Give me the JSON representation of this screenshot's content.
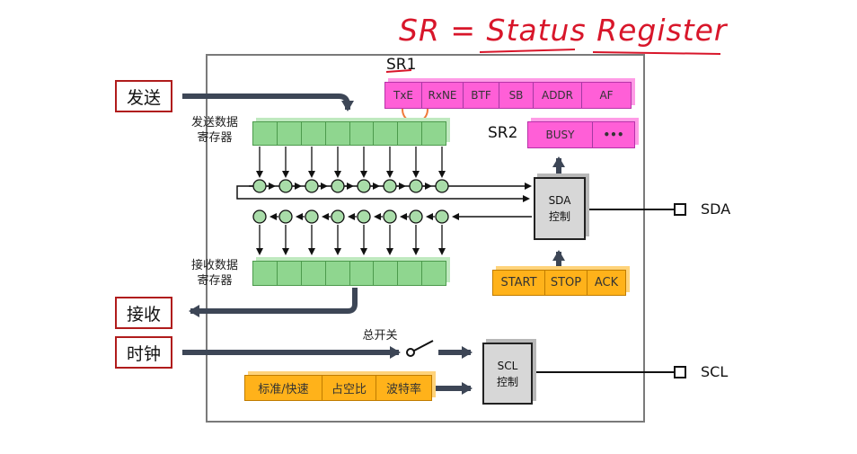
{
  "handwritten_title": "SR = Status Register",
  "registers": {
    "sr1_label": "SR1",
    "sr1_cells": [
      "TxE",
      "RxNE",
      "BTF",
      "SB",
      "ADDR",
      "AF"
    ],
    "sr2_label": "SR2",
    "sr2_cells": [
      "BUSY",
      "•••"
    ]
  },
  "io": {
    "send": "发送",
    "receive": "接收",
    "clock": "时钟"
  },
  "buffers": {
    "tx_label_1": "发送数据",
    "tx_label_2": "寄存器",
    "rx_label_1": "接收数据",
    "rx_label_2": "寄存器"
  },
  "sda_ctrl": {
    "line1": "SDA",
    "line2": "控制"
  },
  "scl_ctrl": {
    "line1": "SCL",
    "line2": "控制"
  },
  "conditions": [
    "START",
    "STOP",
    "ACK"
  ],
  "clock_options": [
    "标准/快速",
    "占空比",
    "波特率"
  ],
  "master_switch": "总开关",
  "pins": {
    "sda": "SDA",
    "scl": "SCL"
  },
  "colors": {
    "register": "#ff5fd7",
    "condition": "#ffb21a",
    "buffer": "#8fd68f",
    "control": "#d7d7d7",
    "arrow": "#3d4656",
    "annotation": "#d8162a",
    "io_border": "#b01c1c"
  }
}
